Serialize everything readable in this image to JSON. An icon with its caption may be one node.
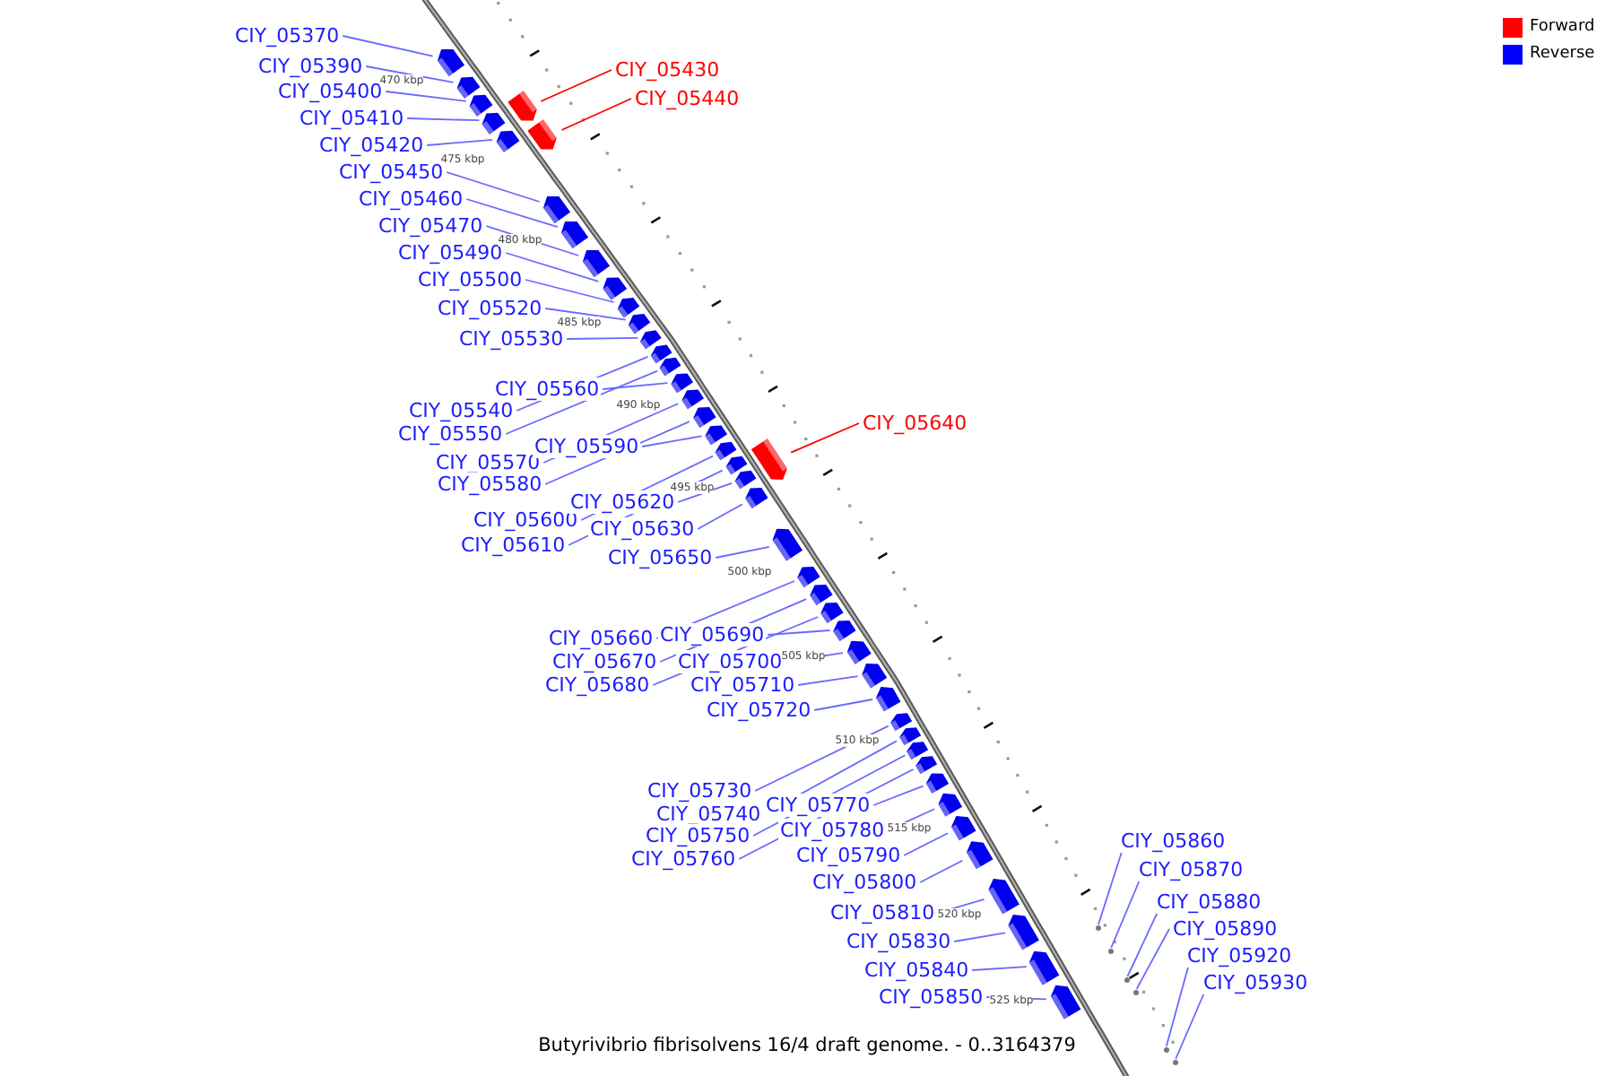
{
  "diagram": {
    "caption": "Butyrivibrio fibrisolvens 16/4 draft genome. - 0..3164379",
    "nodes": [
      {
        "text": [
          "CIY_05370"
        ]
      },
      {
        "text": [
          "CIY_05390"
        ]
      },
      {
        "text": [
          "CIY_05400"
        ]
      },
      {
        "text": [
          "CIY_05410"
        ]
      },
      {
        "text": [
          "CIY_05420"
        ]
      },
      {
        "text": [
          "CIY_05430"
        ]
      },
      {
        "text": [
          "CIY_05440"
        ]
      },
      {
        "text": [
          "CIY_05450"
        ]
      },
      {
        "text": [
          "CIY_05460"
        ]
      },
      {
        "text": [
          "CIY_05470"
        ]
      },
      {
        "text": [
          "CIY_05490"
        ]
      },
      {
        "text": [
          "CIY_05500"
        ]
      },
      {
        "text": [
          "CIY_05520"
        ]
      },
      {
        "text": [
          "CIY_05530"
        ]
      },
      {
        "text": [
          "CIY_05540"
        ]
      },
      {
        "text": [
          "CIY_05550"
        ]
      },
      {
        "text": [
          "CIY_05560"
        ]
      },
      {
        "text": [
          "CIY_05570"
        ]
      },
      {
        "text": [
          "CIY_05580"
        ]
      },
      {
        "text": [
          "CIY_05590"
        ]
      },
      {
        "text": [
          "CIY_05600"
        ]
      },
      {
        "text": [
          "CIY_05610"
        ]
      },
      {
        "text": [
          "CIY_05620"
        ]
      },
      {
        "text": [
          "CIY_05630"
        ]
      },
      {
        "text": [
          "CIY_05640"
        ]
      },
      {
        "text": [
          "CIY_05650"
        ]
      },
      {
        "text": [
          "CIY_05660"
        ]
      },
      {
        "text": [
          "CIY_05670"
        ]
      },
      {
        "text": [
          "CIY_05680"
        ]
      },
      {
        "text": [
          "CIY_05690"
        ]
      },
      {
        "text": [
          "CIY_05700"
        ]
      },
      {
        "text": [
          "CIY_05710"
        ]
      },
      {
        "text": [
          "CIY_05720"
        ]
      },
      {
        "text": [
          "CIY_05730"
        ]
      },
      {
        "text": [
          "CIY_05740"
        ]
      },
      {
        "text": [
          "CIY_05750"
        ]
      },
      {
        "text": [
          "CIY_05760"
        ]
      },
      {
        "text": [
          "CIY_05770"
        ]
      },
      {
        "text": [
          "CIY_05780"
        ]
      },
      {
        "text": [
          "CIY_05790"
        ]
      },
      {
        "text": [
          "CIY_05800"
        ]
      },
      {
        "text": [
          "CIY_05810"
        ]
      },
      {
        "text": [
          "CIY_05830"
        ]
      },
      {
        "text": [
          "CIY_05840"
        ]
      },
      {
        "text": [
          "CIY_05850"
        ]
      },
      {
        "text": [
          "CIY_05860"
        ]
      },
      {
        "text": [
          "CIY_05870"
        ]
      },
      {
        "text": [
          "CIY_05880"
        ]
      },
      {
        "text": [
          "CIY_05890"
        ]
      },
      {
        "text": [
          "CIY_05920"
        ]
      },
      {
        "text": [
          "CIY_05930"
        ]
      },
      {
        "text": [],
        "shape": "box"
      },
      {
        "text": [],
        "shape": "box"
      },
      {
        "text": [],
        "shape": "box"
      },
      {
        "text": [],
        "shape": "box"
      },
      {
        "text": [],
        "shape": "box"
      },
      {
        "text": [],
        "shape": "box"
      },
      {
        "text": [],
        "shape": "box"
      },
      {
        "text": [],
        "shape": "box"
      },
      {
        "text": [],
        "shape": "box"
      },
      {
        "text": [],
        "shape": "box"
      },
      {
        "text": [],
        "shape": "box"
      },
      {
        "text": [],
        "shape": "box"
      },
      {
        "text": [],
        "shape": "box"
      },
      {
        "text": [],
        "shape": "box"
      },
      {
        "text": [],
        "shape": "box"
      },
      {
        "text": [],
        "shape": "box"
      },
      {
        "text": [],
        "shape": "box"
      },
      {
        "text": [],
        "shape": "box"
      },
      {
        "text": [],
        "shape": "box"
      },
      {
        "text": [],
        "shape": "box"
      },
      {
        "text": [],
        "shape": "box"
      },
      {
        "text": [],
        "shape": "box"
      },
      {
        "text": [],
        "shape": "box"
      },
      {
        "text": [],
        "shape": "box"
      },
      {
        "text": [],
        "shape": "box"
      },
      {
        "text": [],
        "shape": "box"
      },
      {
        "text": [],
        "shape": "box"
      },
      {
        "text": [],
        "shape": "box"
      },
      {
        "text": [],
        "shape": "box"
      },
      {
        "text": [],
        "shape": "box"
      },
      {
        "text": [],
        "shape": "box"
      },
      {
        "text": [],
        "shape": "box"
      },
      {
        "text": [],
        "shape": "box"
      },
      {
        "text": [],
        "shape": "box"
      },
      {
        "text": [],
        "shape": "box"
      },
      {
        "text": [],
        "shape": "box"
      },
      {
        "text": [],
        "shape": "box"
      },
      {
        "text": [],
        "shape": "box"
      },
      {
        "text": [],
        "shape": "box"
      },
      {
        "text": [],
        "shape": "box"
      },
      {
        "text": [],
        "shape": "box"
      },
      {
        "text": [],
        "shape": "box"
      },
      {
        "text": [],
        "shape": "box"
      },
      {
        "text": [],
        "shape": "box"
      },
      {
        "text": [],
        "shape": "box"
      },
      {
        "text": [],
        "shape": "circle"
      },
      {
        "text": [],
        "shape": "circle"
      },
      {
        "text": [],
        "shape": "circle"
      },
      {
        "text": [],
        "shape": "circle"
      },
      {
        "text": [],
        "shape": "circle"
      },
      {
        "text": [],
        "shape": "circle"
      }
    ],
    "edges": [
      {
        "from": 0,
        "to": 51,
        "arrow": "none"
      },
      {
        "from": 1,
        "to": 52,
        "arrow": "none"
      },
      {
        "from": 2,
        "to": 53,
        "arrow": "none"
      },
      {
        "from": 3,
        "to": 54,
        "arrow": "none"
      },
      {
        "from": 4,
        "to": 55,
        "arrow": "none"
      },
      {
        "from": 5,
        "to": 56,
        "arrow": "none",
        "color": "#ff0000"
      },
      {
        "from": 6,
        "to": 57,
        "arrow": "none",
        "color": "#ff0000"
      },
      {
        "from": 7,
        "to": 58,
        "arrow": "none"
      },
      {
        "from": 8,
        "to": 59,
        "arrow": "none"
      },
      {
        "from": 9,
        "to": 60,
        "arrow": "none"
      },
      {
        "from": 10,
        "to": 61,
        "arrow": "none"
      },
      {
        "from": 11,
        "to": 62,
        "arrow": "none"
      },
      {
        "from": 12,
        "to": 63,
        "arrow": "none"
      },
      {
        "from": 13,
        "to": 64,
        "arrow": "none"
      },
      {
        "from": 14,
        "to": 65,
        "arrow": "none"
      },
      {
        "from": 15,
        "to": 66,
        "arrow": "none"
      },
      {
        "from": 16,
        "to": 67,
        "arrow": "none"
      },
      {
        "from": 17,
        "to": 68,
        "arrow": "none"
      },
      {
        "from": 18,
        "to": 69,
        "arrow": "none"
      },
      {
        "from": 19,
        "to": 70,
        "arrow": "none"
      },
      {
        "from": 20,
        "to": 71,
        "arrow": "none"
      },
      {
        "from": 21,
        "to": 72,
        "arrow": "none"
      },
      {
        "from": 22,
        "to": 73,
        "arrow": "none"
      },
      {
        "from": 23,
        "to": 74,
        "arrow": "none"
      },
      {
        "from": 24,
        "to": 75,
        "arrow": "none",
        "color": "#ff0000"
      },
      {
        "from": 25,
        "to": 76,
        "arrow": "none"
      },
      {
        "from": 26,
        "to": 77,
        "arrow": "none"
      },
      {
        "from": 27,
        "to": 78,
        "arrow": "none"
      },
      {
        "from": 28,
        "to": 79,
        "arrow": "none"
      },
      {
        "from": 29,
        "to": 80,
        "arrow": "none"
      },
      {
        "from": 30,
        "to": 81,
        "arrow": "none"
      },
      {
        "from": 31,
        "to": 82,
        "arrow": "none"
      },
      {
        "from": 32,
        "to": 83,
        "arrow": "none"
      },
      {
        "from": 33,
        "to": 84,
        "arrow": "none"
      },
      {
        "from": 34,
        "to": 85,
        "arrow": "none"
      },
      {
        "from": 35,
        "to": 86,
        "arrow": "none"
      },
      {
        "from": 36,
        "to": 87,
        "arrow": "none"
      },
      {
        "from": 37,
        "to": 88,
        "arrow": "none"
      },
      {
        "from": 38,
        "to": 89,
        "arrow": "none"
      },
      {
        "from": 39,
        "to": 90,
        "arrow": "none"
      },
      {
        "from": 40,
        "to": 91,
        "arrow": "none"
      },
      {
        "from": 41,
        "to": 92,
        "arrow": "none"
      },
      {
        "from": 42,
        "to": 93,
        "arrow": "none"
      },
      {
        "from": 43,
        "to": 94,
        "arrow": "none"
      },
      {
        "from": 44,
        "to": 95,
        "arrow": "none"
      },
      {
        "from": 45,
        "to": 96,
        "arrow": "none"
      },
      {
        "from": 46,
        "to": 97,
        "arrow": "none"
      },
      {
        "from": 47,
        "to": 98,
        "arrow": "none"
      },
      {
        "from": 48,
        "to": 99,
        "arrow": "none"
      },
      {
        "from": 49,
        "to": 100,
        "arrow": "none"
      },
      {
        "from": 50,
        "to": 101,
        "arrow": "none"
      }
    ],
    "labels": [
      "470 kbp",
      "475 kbp",
      "480 kbp",
      "485 kbp",
      "490 kbp",
      "495 kbp",
      "500 kbp",
      "505 kbp",
      "510 kbp",
      "515 kbp",
      "520 kbp",
      "525 kbp"
    ],
    "legend": [
      {
        "text": "Forward",
        "color": "#ff0000"
      },
      {
        "text": "Reverse",
        "color": "#0000ff"
      }
    ]
  }
}
